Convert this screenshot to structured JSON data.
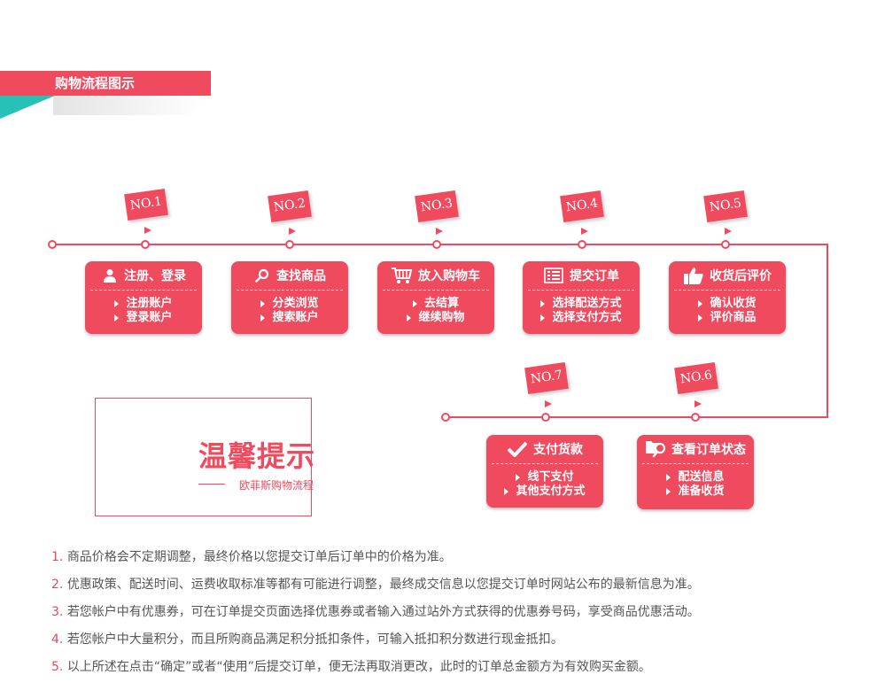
{
  "header": {
    "title": "购物流程图示"
  },
  "accent_color": "#f04a5f",
  "teal_color": "#27c1b8",
  "steps": [
    {
      "tag": "NO.1",
      "icon": "user-icon",
      "title": "注册、登录",
      "items": [
        "注册账户",
        "登录账户"
      ]
    },
    {
      "tag": "NO.2",
      "icon": "search-icon",
      "title": "查找商品",
      "items": [
        "分类浏览",
        "搜索账户"
      ]
    },
    {
      "tag": "NO.3",
      "icon": "cart-icon",
      "title": "放入购物车",
      "items": [
        "去结算",
        "继续购物"
      ]
    },
    {
      "tag": "NO.4",
      "icon": "list-icon",
      "title": "提交订单",
      "items": [
        "选择配送方式",
        "选择支付方式"
      ]
    },
    {
      "tag": "NO.5",
      "icon": "thumbs-up-icon",
      "title": "收货后评价",
      "items": [
        "确认收货",
        "评价商品"
      ]
    },
    {
      "tag": "NO.6",
      "icon": "order-search-icon",
      "title": "查看订单状态",
      "items": [
        "配送信息",
        "准备收货"
      ]
    },
    {
      "tag": "NO.7",
      "icon": "check-icon",
      "title": "支付货款",
      "items": [
        "线下支付",
        "其他支付方式"
      ]
    }
  ],
  "tips": {
    "title": "温馨提示",
    "subtitle": "欧菲斯购物流程"
  },
  "notes": [
    {
      "num": "1.",
      "text": "商品价格会不定期调整，最终价格以您提交订单后订单中的价格为准。"
    },
    {
      "num": "2.",
      "text": "优惠政策、配送时间、运费收取标准等都有可能进行调整，最终成交信息以您提交订单时网站公布的最新信息为准。"
    },
    {
      "num": "3.",
      "text": "若您帐户中有优惠券，可在订单提交页面选择优惠券或者输入通过站外方式获得的优惠券号码，享受商品优惠活动。"
    },
    {
      "num": "4.",
      "text": "若您帐户中大量积分，而且所购商品满足积分抵扣条件，可输入抵扣积分数进行现金抵扣。"
    },
    {
      "num": "5.",
      "text": "以上所述在点击“确定”或者“使用”后提交订单，便无法再取消更改，此时的订单总金额方为有效购买金额。"
    }
  ]
}
